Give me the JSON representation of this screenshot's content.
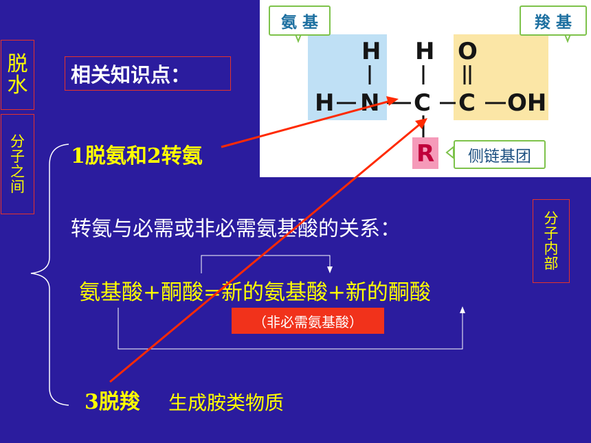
{
  "side": {
    "tuoshui": [
      "脱",
      "水"
    ],
    "fenzi_zhijian": [
      "分",
      "子",
      "之",
      "间"
    ],
    "fenzi_neibu": [
      "分",
      "子",
      "内",
      "部"
    ]
  },
  "heading": "相关知识点：",
  "points": {
    "p1": "1脱氨和2转氨",
    "relation": "转氨与必需或非必需氨基酸的关系：",
    "equation": "氨基酸+酮酸=新的氨基酸+新的酮酸",
    "nonessential": "（非必需氨基酸）",
    "p3": "3脱羧",
    "amine": "生成胺类物质"
  },
  "molecule": {
    "amino_tag": "氨 基",
    "carboxyl_tag": "羧 基",
    "sidechain_tag": "侧链基团",
    "atoms": {
      "h_top_n": "H",
      "h_left": "H",
      "n": "N",
      "h_top_c": "H",
      "c_alpha": "C",
      "r": "R",
      "o_top": "O",
      "c_carboxyl": "C",
      "oh": "OH"
    }
  },
  "colors": {
    "background": "#2b1c9e",
    "highlight_text": "#ffff00",
    "accent_red": "#f1321b",
    "amino_region": "#bfe0f5",
    "carboxyl_region": "#fbe6a6",
    "r_region": "#f59ab9"
  }
}
